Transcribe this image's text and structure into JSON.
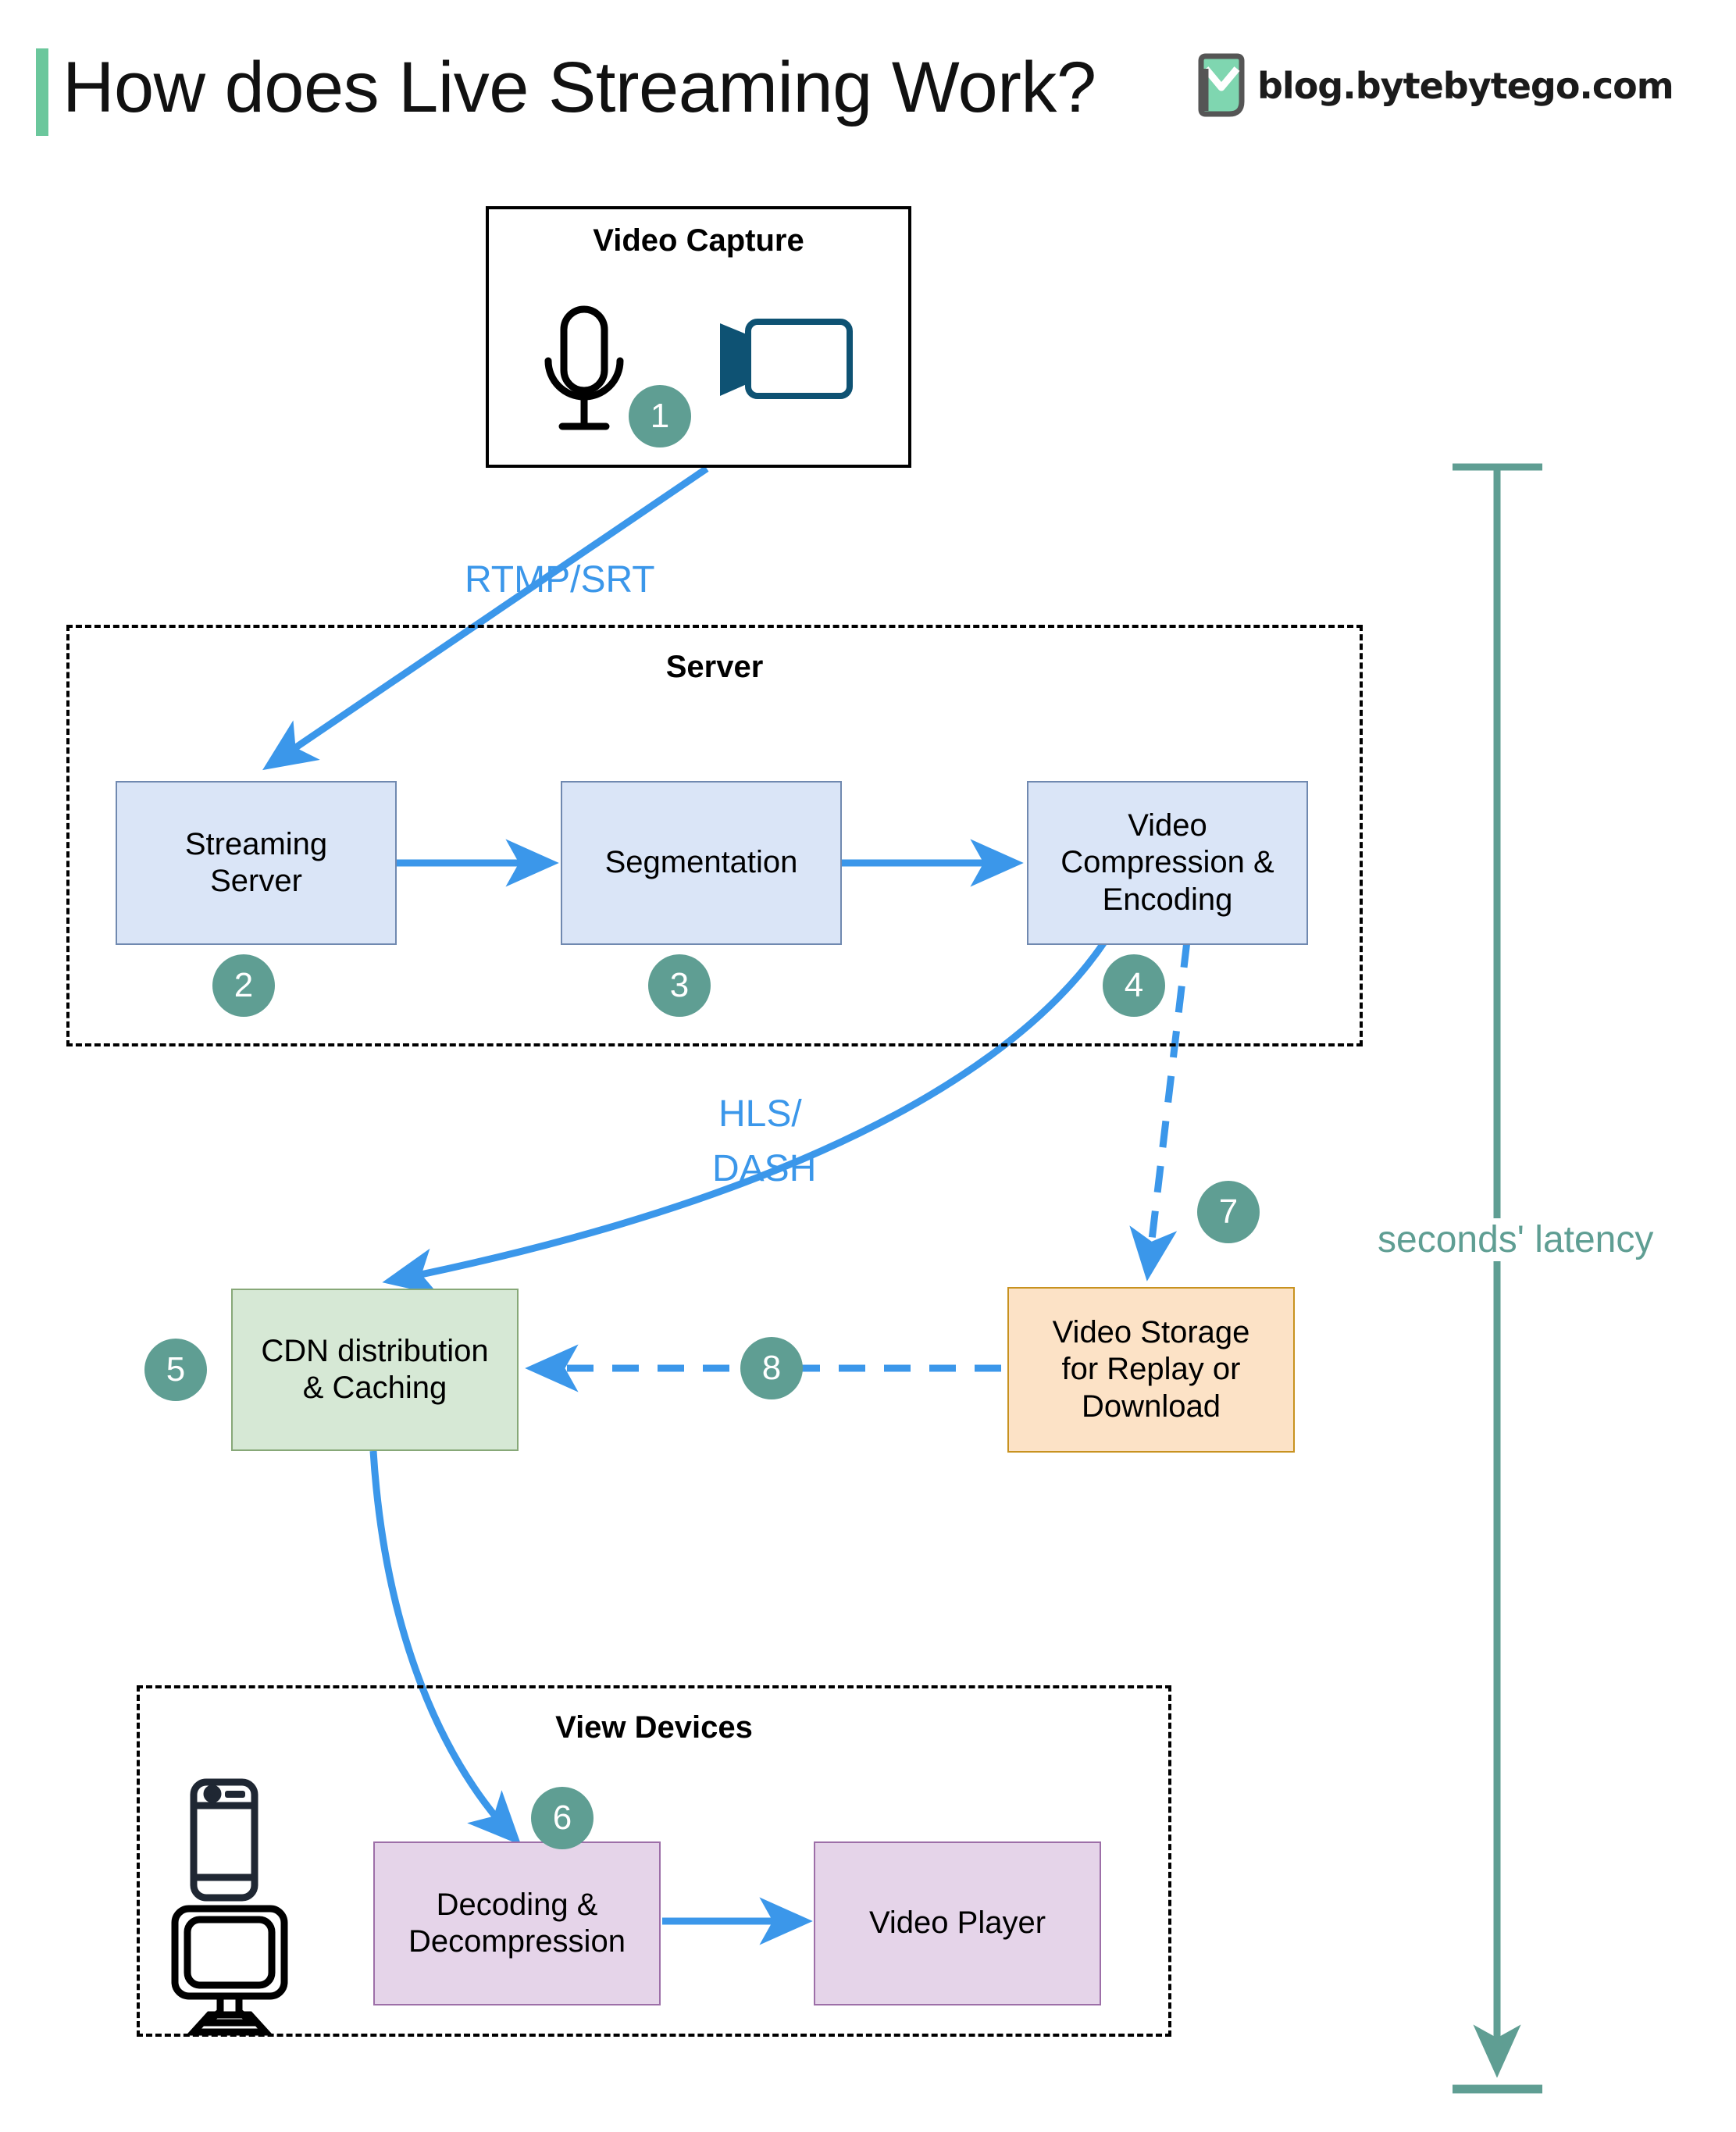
{
  "header": {
    "title": "How does Live Streaming Work?",
    "brand_text": "blog.bytebytego.com",
    "accent_color": "#6bc79c",
    "logo_icon": "bytebytego-logo-icon"
  },
  "groups": {
    "video_capture": {
      "title": "Video Capture"
    },
    "server": {
      "title": "Server"
    },
    "view_devices": {
      "title": "View Devices"
    }
  },
  "nodes": [
    {
      "id": "streaming-server",
      "label": "Streaming\nServer",
      "color": "#dae5f7",
      "badge": "2"
    },
    {
      "id": "segmentation",
      "label": "Segmentation",
      "color": "#dae5f7",
      "badge": "3"
    },
    {
      "id": "video-compression",
      "label": "Video\nCompression &\nEncoding",
      "color": "#dae5f7",
      "badge": "4"
    },
    {
      "id": "cdn-distribution",
      "label": "CDN distribution\n& Caching",
      "color": "#d6e8d5",
      "badge": "5"
    },
    {
      "id": "video-storage",
      "label": "Video Storage\nfor Replay or\nDownload",
      "color": "#fce2c6",
      "badge": "7"
    },
    {
      "id": "decoding-decompression",
      "label": "Decoding &\nDecompression",
      "color": "#e5d4e9",
      "badge": "6"
    },
    {
      "id": "video-player",
      "label": "Video Player",
      "color": "#e5d4e9",
      "badge": ""
    }
  ],
  "badges": {
    "capture": "1",
    "streaming_server": "2",
    "segmentation": "3",
    "compression": "4",
    "cdn": "5",
    "decoding": "6",
    "storage": "7",
    "storage_to_cdn": "8"
  },
  "edge_labels": {
    "rtmp_srt": "RTMP/SRT",
    "hls": "HLS/",
    "dash": "DASH"
  },
  "latency": {
    "label": "seconds' latency",
    "color": "#5f9e93"
  },
  "icons": {
    "microphone": "microphone-icon",
    "video_camera": "video-camera-icon",
    "phone": "mobile-phone-icon",
    "monitor": "desktop-monitor-icon"
  },
  "colors": {
    "flow_arrow": "#3b97ea",
    "badge_fill": "#5f9e93",
    "blue_node": "#dae5f7",
    "green_node": "#d6e8d5",
    "orange_node": "#fce2c6",
    "purple_node": "#e5d4e9",
    "camera_icon": "#0e5273"
  }
}
